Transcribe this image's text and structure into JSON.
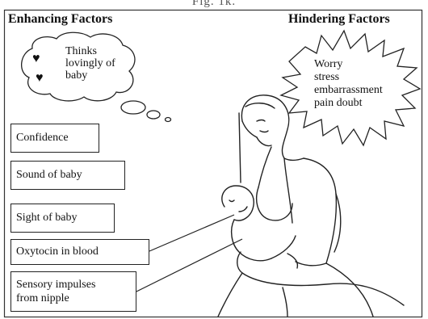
{
  "figure_title_fragment": "Fig. 1k.",
  "enhancing": {
    "heading": "Enhancing Factors",
    "cloud_lines": [
      "Thinks",
      "lovingly of",
      "baby"
    ],
    "boxes": [
      {
        "lines": [
          "Confidence"
        ]
      },
      {
        "lines": [
          "Sound of baby"
        ]
      },
      {
        "lines": [
          "Sight of baby"
        ]
      },
      {
        "lines": [
          "Oxytocin in blood"
        ]
      },
      {
        "lines": [
          "Sensory impulses",
          "from nipple"
        ]
      }
    ]
  },
  "hindering": {
    "heading": "Hindering Factors",
    "lines": [
      "Worry",
      "stress",
      "embarrassment",
      "pain doubt"
    ]
  },
  "icons": {
    "cloud_bullet": "heart-icon"
  }
}
